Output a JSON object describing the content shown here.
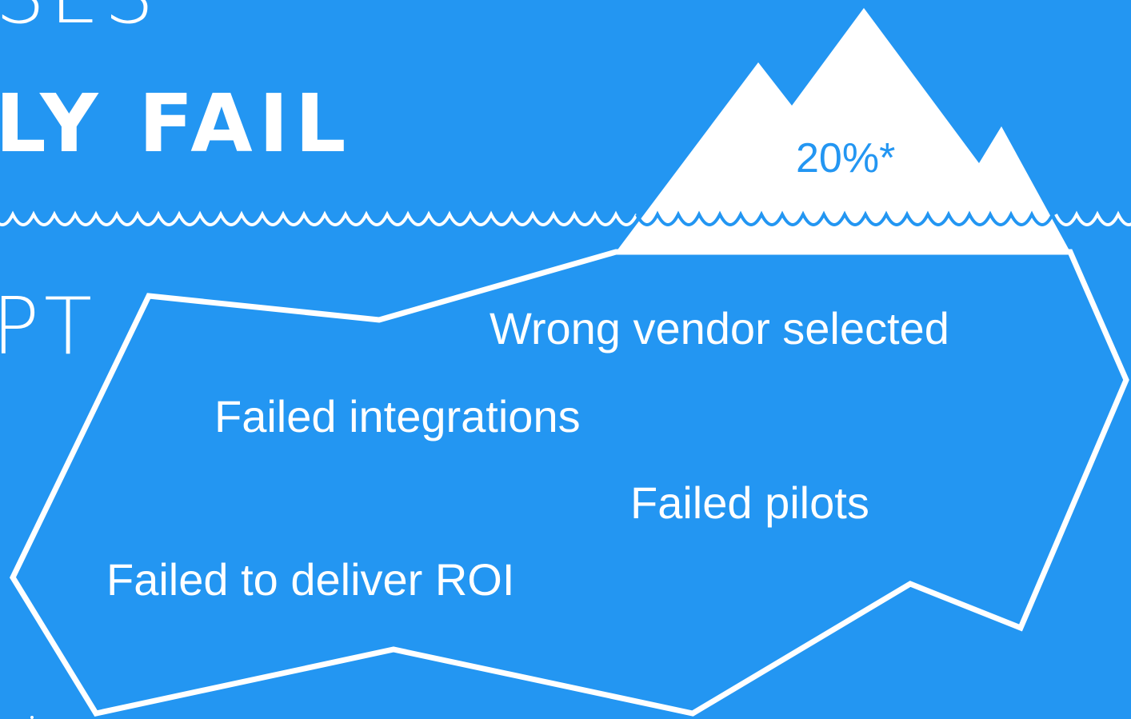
{
  "heading": {
    "line1": "SES",
    "line2": "LY FAIL",
    "line3": "PT"
  },
  "iceberg": {
    "tip_label": "20%*",
    "reasons": [
      "Wrong vendor selected",
      "Failed integrations",
      "Failed pilots",
      "Failed to deliver ROI"
    ]
  },
  "colors": {
    "background": "#2396f2",
    "foreground": "#ffffff"
  }
}
